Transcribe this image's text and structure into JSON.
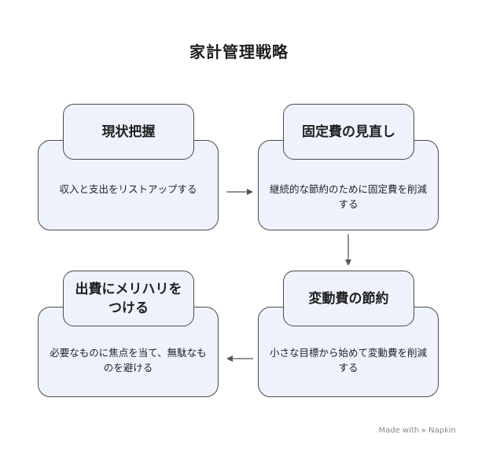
{
  "title": "家計管理戦略",
  "steps": [
    {
      "heading": "現状把握",
      "description": "収入と支出をリストアップする"
    },
    {
      "heading": "固定費の見直し",
      "description": "継続的な節約のために固定費を削減する"
    },
    {
      "heading": "変動費の節約",
      "description": "小さな目標から始めて変動費を削減する"
    },
    {
      "heading": "出費にメリハリをつける",
      "description": "必要なものに焦点を当て、無駄なものを避ける"
    }
  ],
  "footer": "Made with ⪢ Napkin",
  "colors": {
    "card_fill": "#eef2fd",
    "border": "#4a4a4a",
    "arrow": "#555555"
  }
}
